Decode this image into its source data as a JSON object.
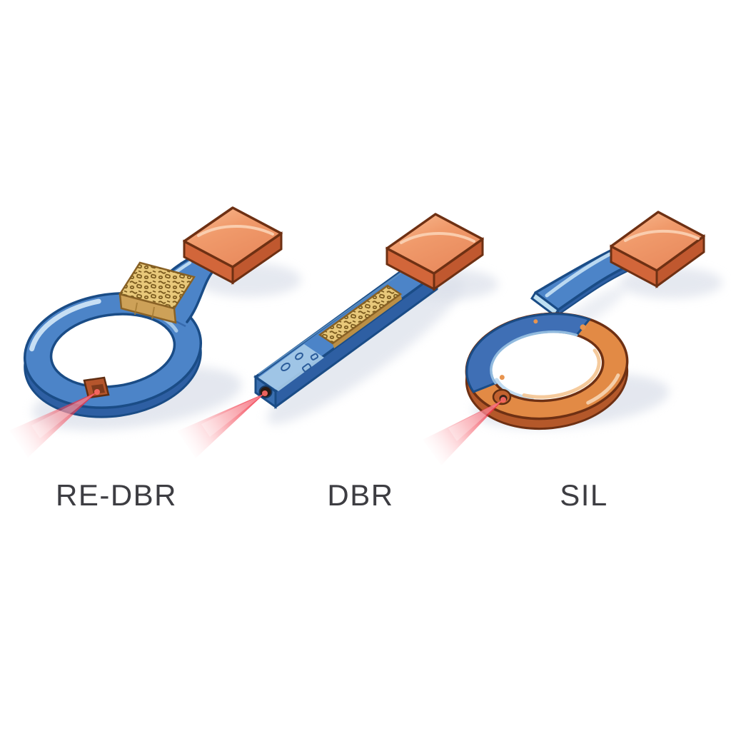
{
  "figure": {
    "kind": "device-comparison-illustration",
    "devices": [
      {
        "id": "re-dbr",
        "label": "RE-DBR",
        "parts": [
          "ring-resonator",
          "bragg-grating-section",
          "mount-block",
          "emission-port",
          "laser-beam"
        ]
      },
      {
        "id": "dbr",
        "label": "DBR",
        "parts": [
          "straight-waveguide-bar",
          "bragg-grating-section",
          "mount-block",
          "emission-facet",
          "laser-beam"
        ]
      },
      {
        "id": "sil",
        "label": "SIL",
        "parts": [
          "ring-resonator",
          "coupler-stem",
          "mount-block",
          "emission-port",
          "laser-beam"
        ]
      }
    ]
  },
  "colors": {
    "background": "#ffffff",
    "device_blue": "#4c84c8",
    "device_blue_dark": "#2e5fa3",
    "device_blue_light": "#a6cbe8",
    "outline_blue": "#1a4c86",
    "block_orange_front": "#d2663a",
    "block_orange_side": "#c0582f",
    "outline_orange": "#6e3013",
    "grating_gold": "#e8c87a",
    "grating_gold_dark": "#7a5a1e",
    "grating_gold_side": "#cda158",
    "sil_ring_orange": "#e28a45",
    "sil_ring_orange_dark": "#b4582a",
    "sil_arc_blue": "#3f6fb5",
    "laser_red": "#ee2434",
    "label_color": "#3d3d42",
    "shadow": "#dbe0ea"
  }
}
